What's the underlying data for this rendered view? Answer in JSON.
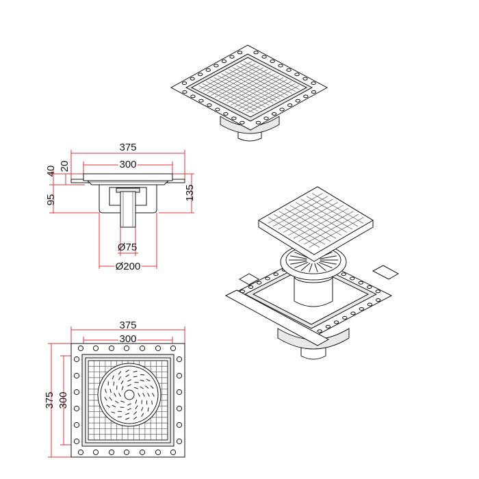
{
  "colors": {
    "dimension_line": "#e0303a",
    "outline": "#111111"
  },
  "side_view": {
    "dim_overall_width": "375",
    "dim_grate_width": "300",
    "dim_flange_height": "40",
    "dim_frame_height": "20",
    "dim_body_height": "95",
    "dim_total_height": "135",
    "dim_outlet_dia": "Ø75",
    "dim_body_dia": "Ø200"
  },
  "plan_view": {
    "dim_overall_width": "375",
    "dim_grate_width": "300",
    "dim_overall_height": "375",
    "dim_grate_height": "300"
  },
  "views": {
    "iso_assembled": "isometric-assembled-drain",
    "iso_exploded": "isometric-exploded-drain"
  }
}
